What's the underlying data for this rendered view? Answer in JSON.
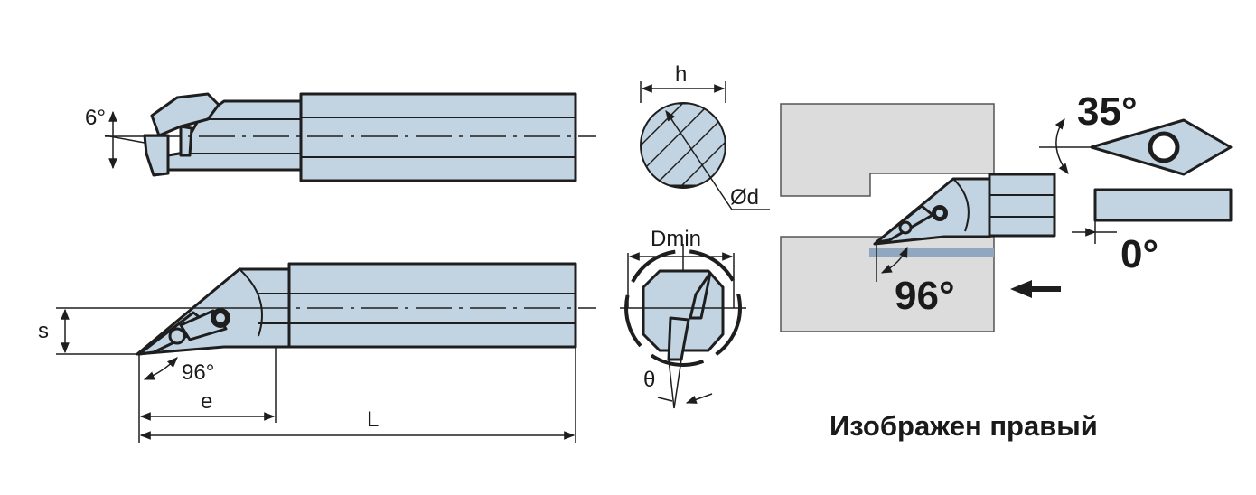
{
  "labels": {
    "angle_top": "6°",
    "dim_h": "h",
    "dim_d": "Ød",
    "dim_dmin": "Dmin",
    "dim_s": "s",
    "angle_bottom": "96°",
    "dim_e": "e",
    "dim_L": "L",
    "dim_theta": "θ",
    "insert_angle": "35°",
    "clearance_angle": "0°",
    "approach_angle": "96°",
    "caption": "Изображен правый"
  },
  "colors": {
    "tool_fill": "#c2d4e2",
    "outline": "#1e1e1e",
    "workpiece": "#dcdcdc",
    "cut_line": "#8fa7bf"
  }
}
